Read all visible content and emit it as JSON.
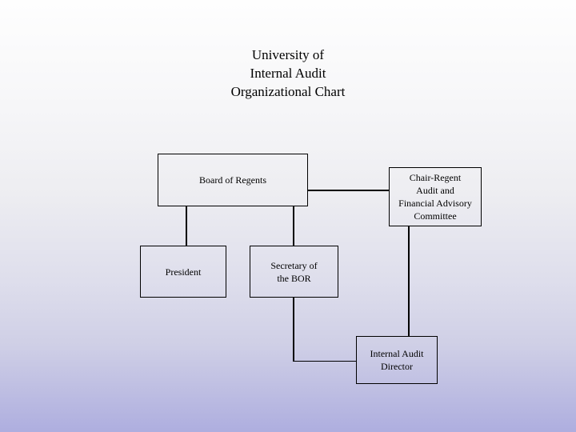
{
  "slide": {
    "title": "University of\nInternal Audit\nOrganizational Chart"
  },
  "chart": {
    "nodes": {
      "board": {
        "label": "Board of Regents"
      },
      "chair": {
        "label": "Chair-Regent\nAudit and\nFinancial Advisory\nCommittee"
      },
      "president": {
        "label": "President"
      },
      "secretary": {
        "label": "Secretary of\nthe BOR"
      },
      "director": {
        "label": "Internal Audit\nDirector"
      }
    },
    "edges": [
      {
        "from": "board",
        "to": "president"
      },
      {
        "from": "board",
        "to": "secretary"
      },
      {
        "from": "board",
        "to": "chair"
      },
      {
        "from": "chair",
        "to": "director"
      },
      {
        "from": "secretary",
        "to": "director"
      }
    ]
  },
  "colors": {
    "background_top": "#fefefe",
    "background_bottom": "#aeaedf",
    "line": "#000000",
    "text": "#000000"
  }
}
